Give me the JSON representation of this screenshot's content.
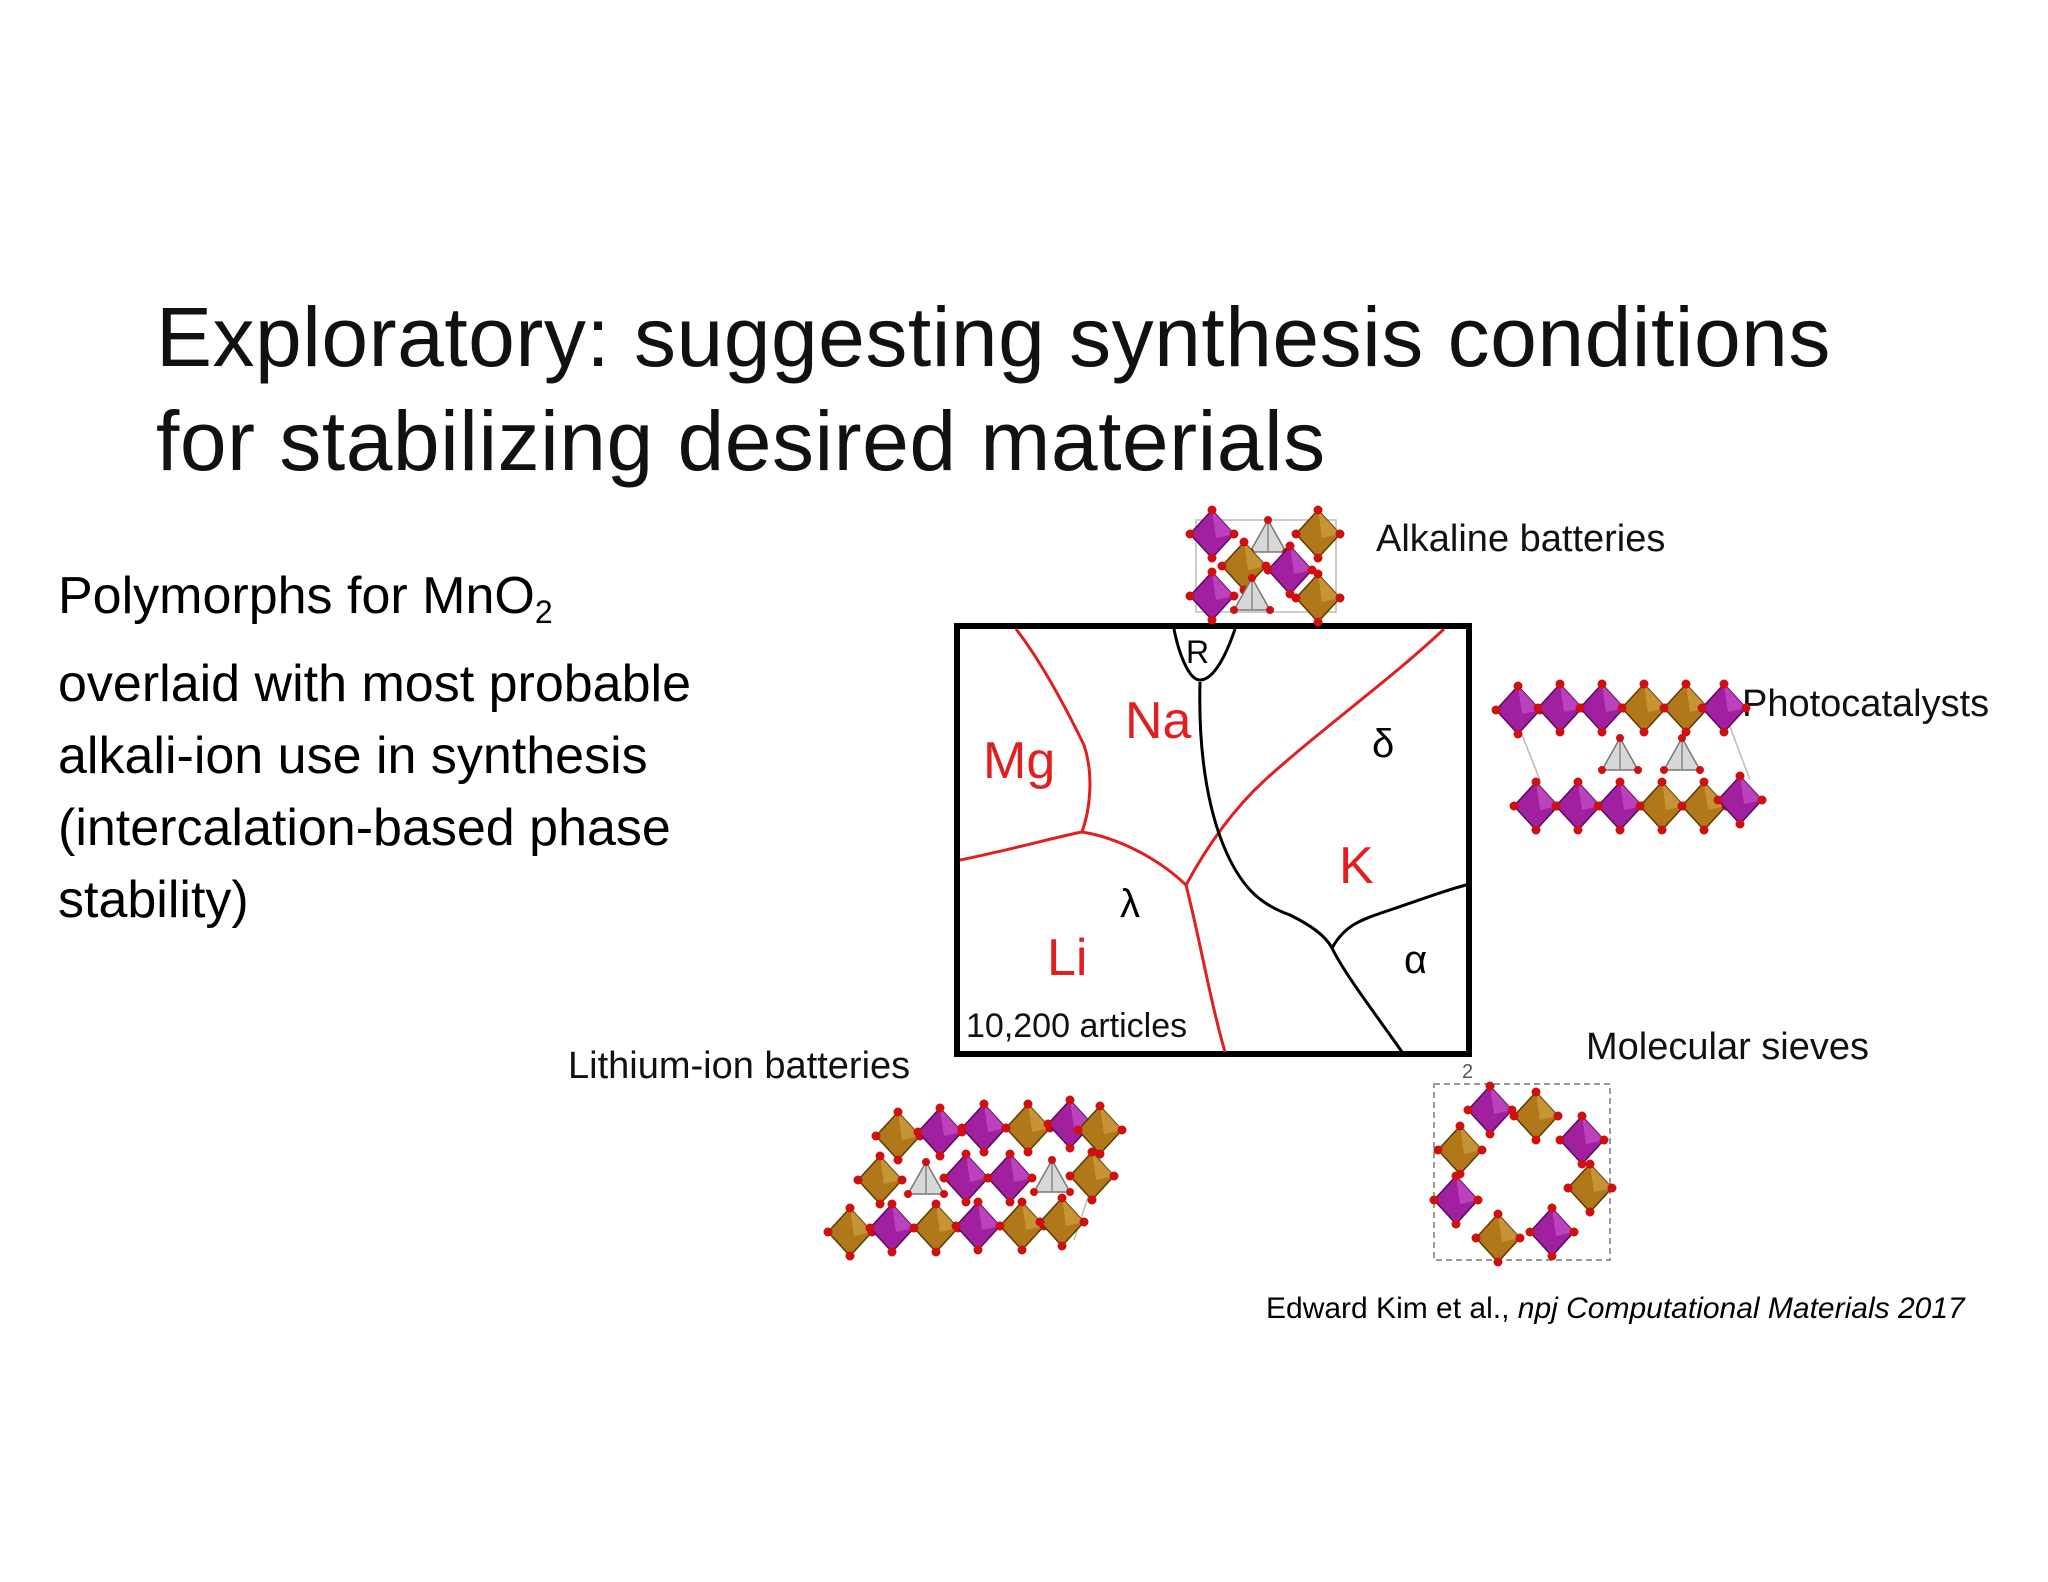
{
  "title": {
    "line1": "Exploratory: suggesting synthesis conditions",
    "line2": "for stabilizing desired materials"
  },
  "body": {
    "line1_prefix": "Polymorphs for MnO",
    "line1_sub": "2",
    "line2": "overlaid with most probable",
    "line3": "alkali-ion use in synthesis",
    "line4": "(intercalation-based phase",
    "line5": "stability)"
  },
  "diagram": {
    "phase_labels": {
      "r": "R",
      "delta": "δ",
      "lambda": "λ",
      "alpha": "α"
    },
    "ion_labels": {
      "mg": "Mg",
      "na": "Na",
      "k": "K",
      "li": "Li"
    },
    "article_count": "10,200 articles",
    "cell_marker": "2"
  },
  "applications": {
    "alkaline": "Alkaline batteries",
    "photocatalysts": "Photocatalysts",
    "lithium": "Lithium-ion batteries",
    "sieves": "Molecular sieves"
  },
  "citation": {
    "authors": "Edward Kim et al., ",
    "journal": "npj Computational Materials 2017"
  },
  "colors": {
    "ion_boundary": "#e02020",
    "phase_boundary": "#000000",
    "octahedron_purple": "#a020a0",
    "octahedron_brown": "#b07818",
    "oxygen_atom": "#d01010",
    "tetrahedron_gray": "#c8c8c8"
  }
}
